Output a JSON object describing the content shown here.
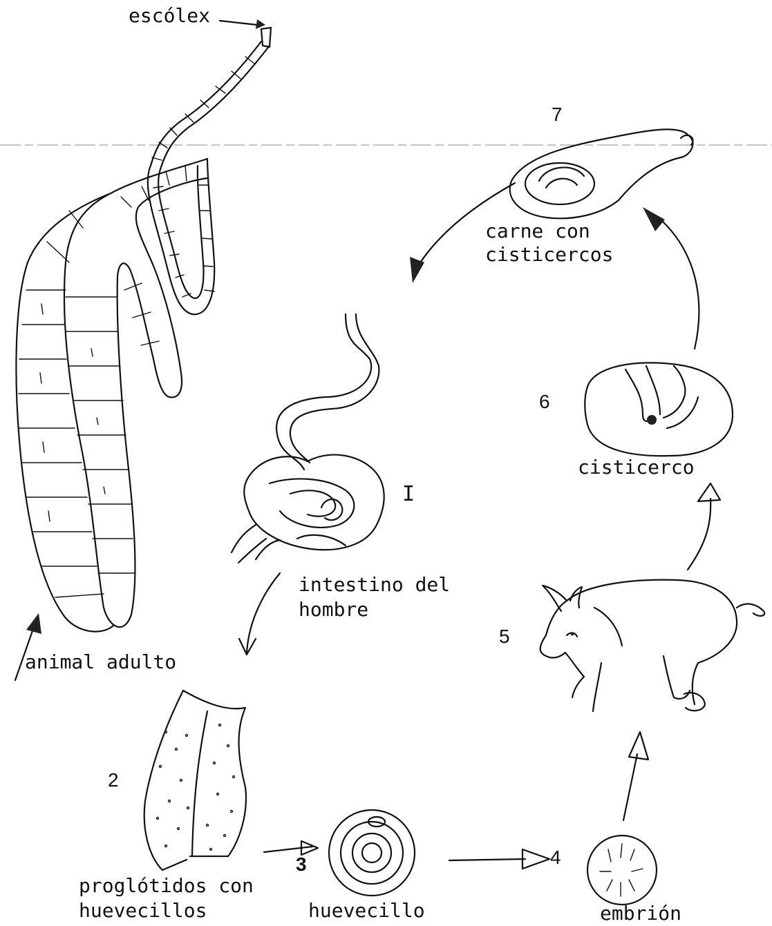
{
  "labels": {
    "escolex": "escólex",
    "carne_line1": "carne con",
    "carne_line2": "cisticercos",
    "cisticerco": "cisticerco",
    "intestino_line1": "intestino del",
    "intestino_line2": "hombre",
    "animal_adulto": "animal adulto",
    "proglotidos_line1": "proglótidos con",
    "proglotidos_line2": "huevecillos",
    "huevecillo": "huevecillo",
    "embrion": "embrión"
  },
  "stage_numbers": {
    "n1": "I",
    "n2": "2",
    "n3": "3",
    "n4": "4",
    "n5": "5",
    "n6": "6",
    "n7": "7"
  },
  "colors": {
    "ink": "#111111",
    "paper": "#ffffff"
  }
}
